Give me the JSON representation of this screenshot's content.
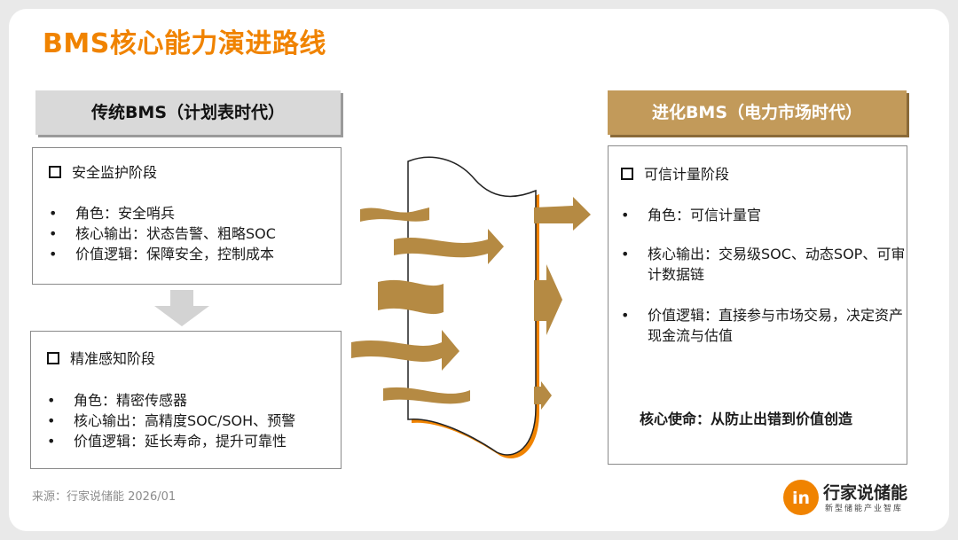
{
  "title": "BMS核心能力演进路线",
  "left_header": "传统BMS（计划表时代）",
  "right_header": "进化BMS（电力市场时代）",
  "stage1": {
    "title": "安全监护阶段",
    "bullets": [
      "角色：安全哨兵",
      "核心输出：状态告警、粗略SOC",
      "价值逻辑：保障安全，控制成本"
    ]
  },
  "stage2": {
    "title": "精准感知阶段",
    "bullets": [
      "角色：精密传感器",
      "核心输出：高精度SOC/SOH、预警",
      "价值逻辑：延长寿命，提升可靠性"
    ]
  },
  "stage3": {
    "title": "可信计量阶段",
    "bullets": [
      "角色：可信计量官",
      "核心输出：交易级SOC、动态SOP、可审计数据链",
      "价值逻辑：直接参与市场交易，决定资产现金流与估值"
    ],
    "mission": "核心使命：从防止出错到价值创造"
  },
  "bullet_glyph": "•",
  "source": "来源：行家说储能  2026/01",
  "brand": {
    "name": "行家说储能",
    "tagline": "新型储能产业智库",
    "mark_text": "in"
  },
  "colors": {
    "title": "#f08300",
    "flow_arrow": "#b58a43",
    "gold_header": "#c29a5a",
    "gray_header": "#d9d9d9",
    "accent_orange": "#f08300"
  }
}
